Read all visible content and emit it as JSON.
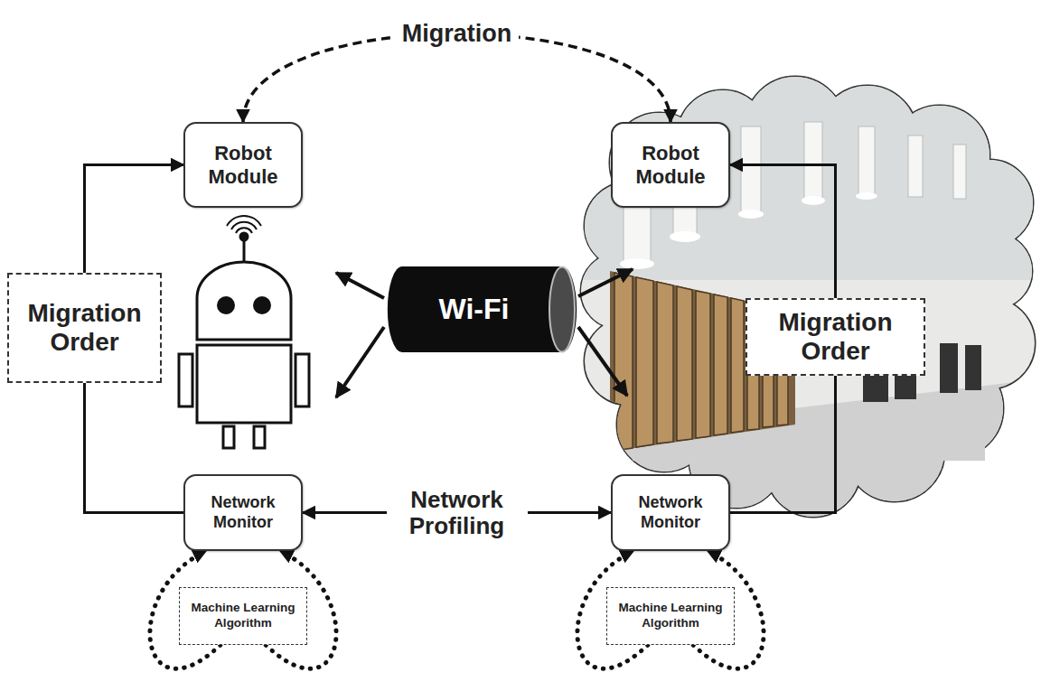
{
  "diagram": {
    "nodes": [
      {
        "text": [
          "Robot Module"
        ]
      },
      {
        "text": [
          "Robot Module"
        ]
      },
      {
        "text": [
          "Migration Order"
        ]
      },
      {
        "text": [
          "Wi-Fi"
        ]
      },
      {
        "text": [
          "Migration Order"
        ]
      },
      {
        "text": [
          "Network Monitor"
        ]
      },
      {
        "text": [
          "Network Monitor"
        ]
      },
      {
        "text": [
          "Machine Learning Algorithm"
        ]
      },
      {
        "text": [
          "Machine Learning Algorithm"
        ]
      }
    ],
    "edges": [
      {
        "from": 0,
        "to": 1,
        "arrow": "both",
        "label": "Migration"
      },
      {
        "from": 5,
        "to": 6,
        "arrow": "both",
        "label": "Network Profiling"
      },
      {
        "from": 5,
        "to": 2,
        "arrow": "none"
      },
      {
        "from": 2,
        "to": 0,
        "arrow": "to"
      },
      {
        "from": 6,
        "to": 4,
        "arrow": "none"
      },
      {
        "from": 4,
        "to": 1,
        "arrow": "to"
      },
      {
        "from": 7,
        "to": 5,
        "arrow": "to"
      },
      {
        "from": 7,
        "to": 5,
        "arrow": "to"
      },
      {
        "from": 8,
        "to": 6,
        "arrow": "to"
      },
      {
        "from": 8,
        "to": 6,
        "arrow": "to"
      }
    ]
  }
}
